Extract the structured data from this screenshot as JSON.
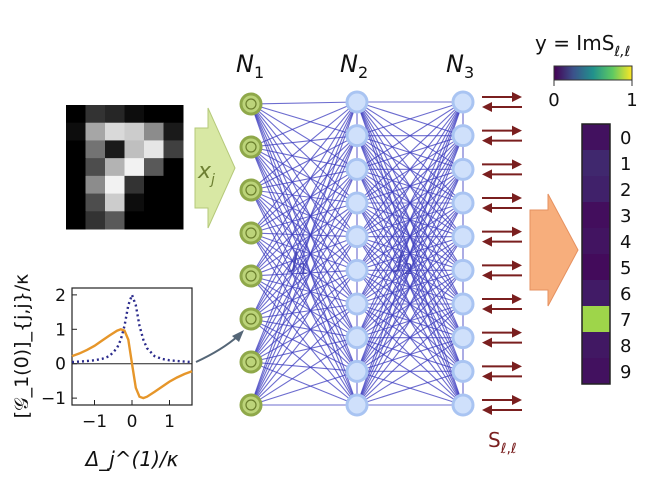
{
  "layers": {
    "labels": [
      {
        "base": "N",
        "sub": "1"
      },
      {
        "base": "N",
        "sub": "2"
      },
      {
        "base": "N",
        "sub": "3"
      }
    ],
    "nodes_per_layer": [
      8,
      10,
      10
    ],
    "coupling_labels": [
      {
        "base": "J",
        "sub": "1"
      },
      {
        "base": "J",
        "sub": "2"
      }
    ]
  },
  "input_arrow": {
    "base": "x",
    "sub": "j"
  },
  "output_label": {
    "base": "S",
    "sub": "ℓ,ℓ"
  },
  "digit_image": {
    "rows": 7,
    "cols": 6,
    "pixels": [
      [
        0.0,
        0.2,
        0.15,
        0.05,
        0.0,
        0.0
      ],
      [
        0.05,
        0.65,
        0.85,
        0.8,
        0.55,
        0.1
      ],
      [
        0.0,
        0.45,
        0.1,
        0.75,
        0.9,
        0.25
      ],
      [
        0.0,
        0.3,
        0.7,
        0.95,
        0.35,
        0.0
      ],
      [
        0.0,
        0.55,
        0.95,
        0.2,
        0.0,
        0.0
      ],
      [
        0.0,
        0.3,
        0.8,
        0.05,
        0.0,
        0.0
      ],
      [
        0.0,
        0.2,
        0.35,
        0.0,
        0.0,
        0.0
      ]
    ]
  },
  "colorbar": {
    "label_prefix": "y = ImS",
    "label_sub": "ℓ,ℓ",
    "min_label": "0",
    "max_label": "1",
    "low_color": "#3b0f70",
    "high_color": "#fde725"
  },
  "output_bar": {
    "labels": [
      "0",
      "1",
      "2",
      "3",
      "4",
      "5",
      "6",
      "7",
      "8",
      "9"
    ],
    "values": [
      0.05,
      0.12,
      0.1,
      0.04,
      0.06,
      0.03,
      0.08,
      0.85,
      0.07,
      0.05
    ]
  },
  "chart_data": {
    "type": "line",
    "xlabel": "Δ_j^(1)/κ",
    "ylabel": "[𝒢_1(0)]_{j,j}/κ",
    "xlim": [
      -1.6,
      1.6
    ],
    "ylim": [
      -1.2,
      2.2
    ],
    "xticks": [
      "−1",
      "0",
      "1"
    ],
    "yticks": [
      "−1",
      "0",
      "1",
      "2"
    ],
    "series": [
      {
        "style": "solid",
        "color": "#e6962a",
        "x": [
          -1.6,
          -1.4,
          -1.2,
          -1.0,
          -0.8,
          -0.6,
          -0.4,
          -0.3,
          -0.2,
          -0.1,
          0.0,
          0.1,
          0.2,
          0.3,
          0.4,
          0.6,
          0.8,
          1.0,
          1.2,
          1.4,
          1.6
        ],
        "y": [
          0.22,
          0.3,
          0.4,
          0.52,
          0.67,
          0.82,
          0.96,
          1.0,
          0.96,
          0.7,
          0.0,
          -0.7,
          -0.96,
          -1.0,
          -0.96,
          -0.82,
          -0.67,
          -0.52,
          -0.4,
          -0.3,
          -0.22
        ]
      },
      {
        "style": "dotted",
        "color": "#2b2b8c",
        "x": [
          -1.6,
          -1.4,
          -1.2,
          -1.0,
          -0.8,
          -0.6,
          -0.4,
          -0.3,
          -0.2,
          -0.1,
          0.0,
          0.1,
          0.2,
          0.3,
          0.4,
          0.6,
          0.8,
          1.0,
          1.2,
          1.4,
          1.6
        ],
        "y": [
          0.05,
          0.06,
          0.08,
          0.1,
          0.14,
          0.22,
          0.45,
          0.7,
          1.1,
          1.7,
          2.0,
          1.7,
          1.1,
          0.7,
          0.45,
          0.22,
          0.14,
          0.1,
          0.08,
          0.06,
          0.05
        ]
      }
    ]
  },
  "colors": {
    "input_node_fill": "#bcd47a",
    "input_node_stroke": "#8fa84a",
    "hidden_node_fill": "#cfe0fb",
    "hidden_node_stroke": "#a9c4f2",
    "edge_color": "#3b3bbf",
    "return_arrow": "#7a1f1f",
    "input_arrow_fill": "#d8e8a4",
    "output_arrow_fill": "#f7ae7c"
  }
}
